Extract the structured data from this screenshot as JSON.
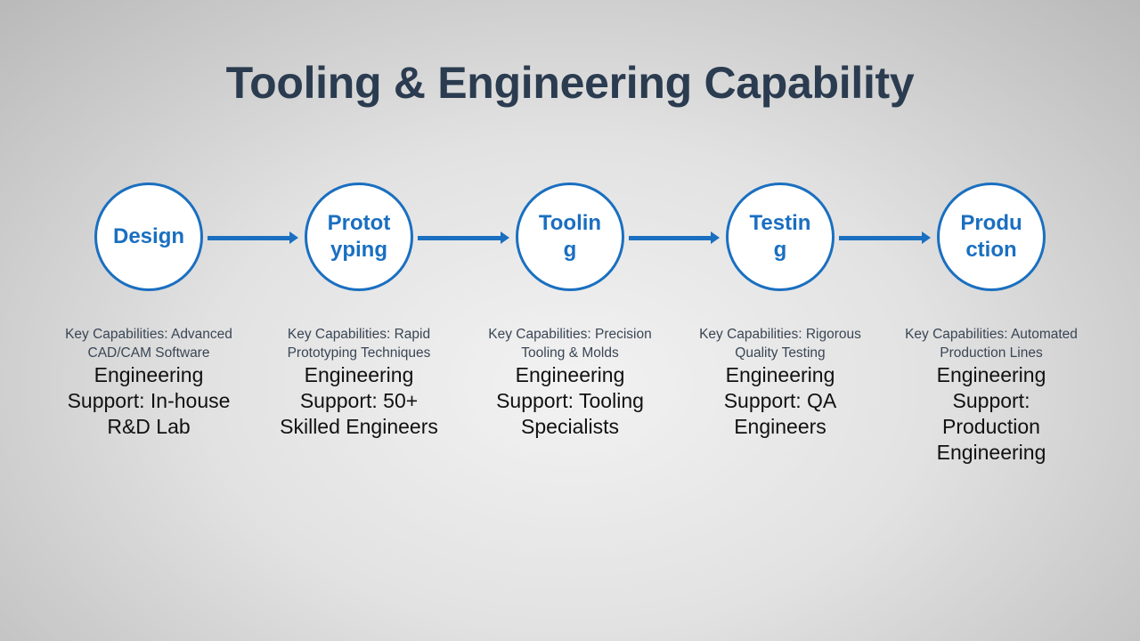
{
  "title": "Tooling & Engineering Capability",
  "accent_color": "#1a6fc0",
  "stages": [
    {
      "label": "Design",
      "capabilities": "Key Capabilities: Advanced CAD/CAM Software",
      "support": "Engineering Support: In-house R&D Lab"
    },
    {
      "label": "Prototyping",
      "capabilities": "Key Capabilities: Rapid Prototyping Techniques",
      "support": "Engineering Support: 50+ Skilled Engineers"
    },
    {
      "label": "Tooling",
      "capabilities": "Key Capabilities: Precision Tooling & Molds",
      "support": "Engineering Support: Tooling Specialists"
    },
    {
      "label": "Testing",
      "capabilities": "Key Capabilities: Rigorous Quality Testing",
      "support": "Engineering Support: QA Engineers"
    },
    {
      "label": "Production",
      "capabilities": "Key Capabilities: Automated Production Lines",
      "support": "Engineering Support: Production Engineering"
    }
  ]
}
